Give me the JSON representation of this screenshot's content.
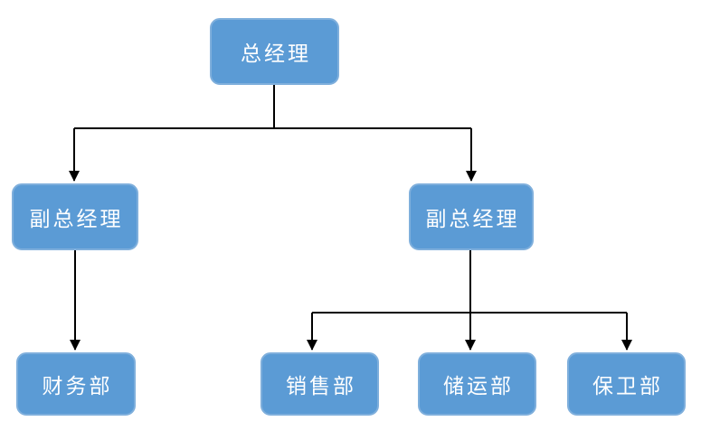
{
  "diagram": {
    "type": "org-chart",
    "background_color": "#FFFFFF",
    "node_style": {
      "fill": "#5B9BD5",
      "border": "#7FAFDC",
      "text_color": "#FFFFFF",
      "shape": "rounded-rectangle"
    },
    "connector_style": {
      "color": "#000000",
      "arrowhead": "filled-triangle"
    },
    "nodes": [
      {
        "id": "gm",
        "label": "总经理",
        "level": 1
      },
      {
        "id": "dgm_left",
        "label": "副总经理",
        "level": 2,
        "parent": "gm"
      },
      {
        "id": "dgm_right",
        "label": "副总经理",
        "level": 2,
        "parent": "gm"
      },
      {
        "id": "finance",
        "label": "财务部",
        "level": 3,
        "parent": "dgm_left"
      },
      {
        "id": "sales",
        "label": "销售部",
        "level": 3,
        "parent": "dgm_right"
      },
      {
        "id": "storage",
        "label": "储运部",
        "level": 3,
        "parent": "dgm_right"
      },
      {
        "id": "security",
        "label": "保卫部",
        "level": 3,
        "parent": "dgm_right"
      }
    ],
    "edges": [
      {
        "from": "gm",
        "to": "dgm_left"
      },
      {
        "from": "gm",
        "to": "dgm_right"
      },
      {
        "from": "dgm_left",
        "to": "finance"
      },
      {
        "from": "dgm_right",
        "to": "sales"
      },
      {
        "from": "dgm_right",
        "to": "storage"
      },
      {
        "from": "dgm_right",
        "to": "security"
      }
    ]
  }
}
